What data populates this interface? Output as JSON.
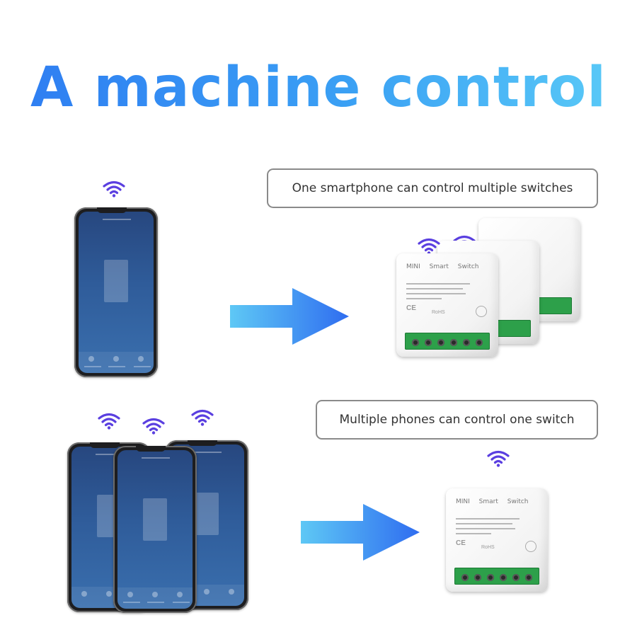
{
  "title": "A machine control",
  "captions": {
    "one_to_many": "One smartphone can control multiple switches",
    "many_to_one": "Multiple phones can control one switch"
  },
  "icons": {
    "wifi": "wifi-icon",
    "arrow": "arrow-right-icon",
    "phone": "smartphone",
    "switch": "mini-smart-switch"
  },
  "colors": {
    "title_start": "#2f7ff2",
    "title_end": "#58c8f7",
    "wifi": "#5a3fe0",
    "arrow_start": "#5ec8f5",
    "arrow_end": "#2f6df0",
    "terminal_green": "#2da04a"
  },
  "switch_labels": {
    "model": "MINI Smart Switch",
    "ce": "CE",
    "rohs": "RoHS"
  }
}
